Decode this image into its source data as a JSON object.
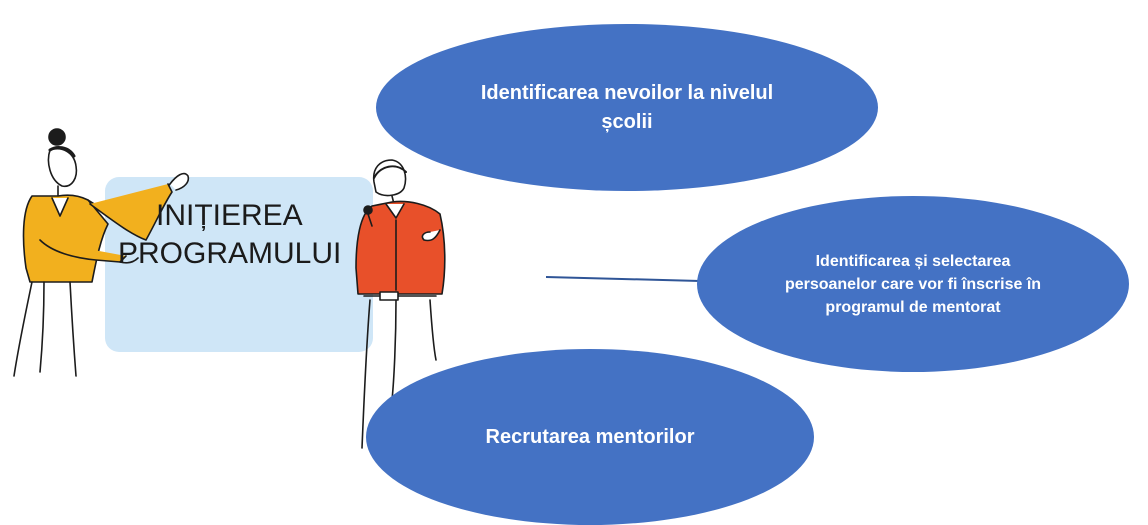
{
  "board": {
    "title_line1": "INIȚIEREA",
    "title_line2": "PROGRAMULUI"
  },
  "nodes": [
    {
      "label": "Identificarea nevoilor la nivelul școlii"
    },
    {
      "label": "Identificarea și selectarea persoanelor care vor fi înscrise în programul de mentorat"
    },
    {
      "label": "Recrutarea mentorilor"
    }
  ],
  "colors": {
    "node_fill": "#4472c4",
    "node_text": "#ffffff",
    "board_fill": "#cfe6f7",
    "connector": "#2f5597",
    "woman_jacket": "#f2b01e",
    "man_shirt": "#e8502a"
  }
}
